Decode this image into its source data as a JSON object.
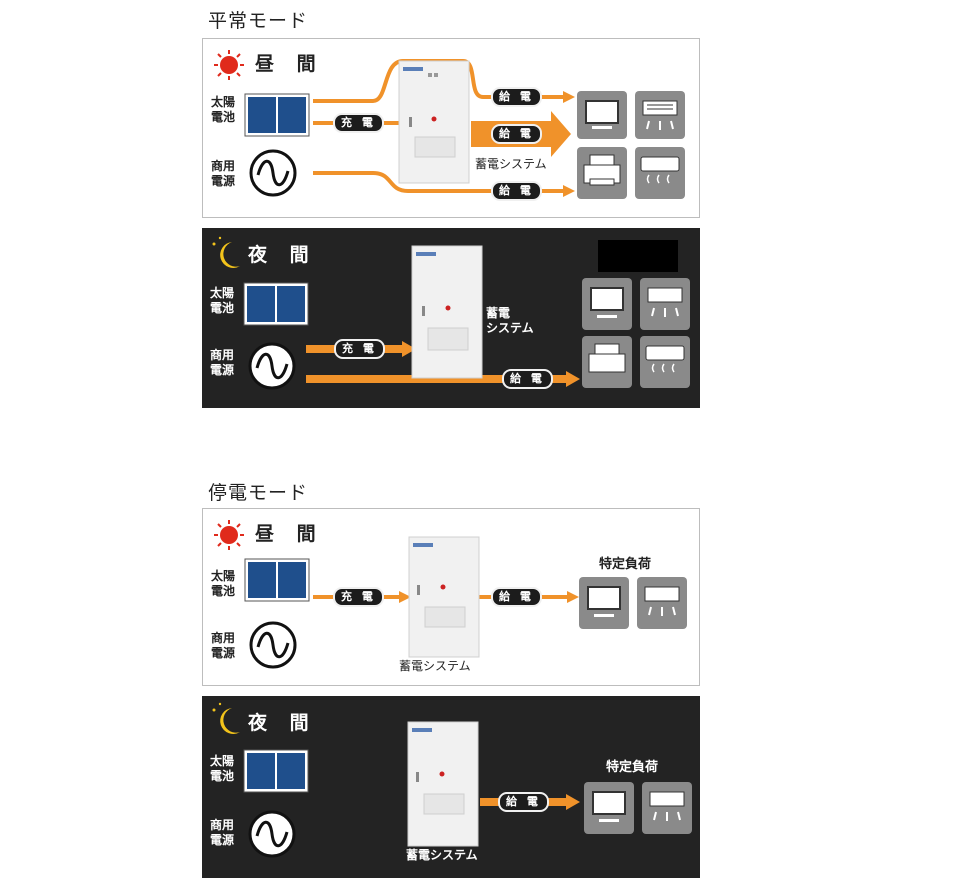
{
  "sections": [
    {
      "title": "平常モード"
    },
    {
      "title": "停電モード"
    }
  ],
  "labels": {
    "solar": "太陽\n電池",
    "grid": "商用\n電源",
    "storage": "蓄電システム",
    "storage_split": "蓄電\nシステム",
    "charge": "充 電",
    "supply": "給 電",
    "specific_load": "特定負荷",
    "day": "昼 間",
    "night": "夜 間"
  },
  "colors": {
    "flow": "#f0922a",
    "panel_night": "#232323",
    "appliance_tile": "#8a8a8a",
    "solar_panel": "#1f4f8c",
    "sun": "#e02a1c",
    "moon": "#f2c31b"
  }
}
